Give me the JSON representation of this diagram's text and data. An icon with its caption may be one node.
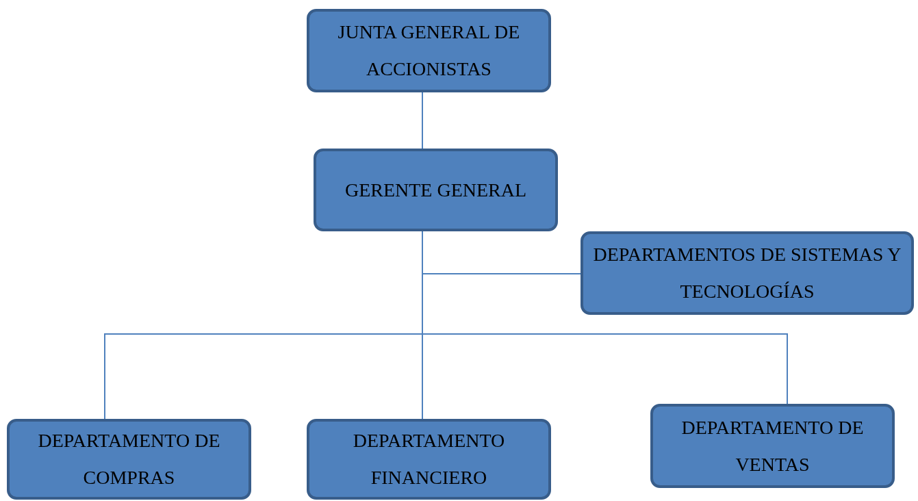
{
  "diagram": {
    "nodes": [
      {
        "text": [
          "JUNTA GENERAL DE ACCIONISTAS"
        ]
      },
      {
        "text": [
          "GERENTE GENERAL"
        ]
      },
      {
        "text": [
          "DEPARTAMENTOS DE SISTEMAS Y TECNOLOGÍAS"
        ]
      },
      {
        "text": [
          "DEPARTAMENTO DE COMPRAS"
        ]
      },
      {
        "text": [
          "DEPARTAMENTO FINANCIERO"
        ]
      },
      {
        "text": [
          "DEPARTAMENTO DE VENTAS"
        ]
      }
    ],
    "edges": [
      {
        "from": 0,
        "to": 1,
        "arrow": "none"
      },
      {
        "from": 1,
        "to": 2,
        "arrow": "none"
      },
      {
        "from": 1,
        "to": 3,
        "arrow": "none"
      },
      {
        "from": 1,
        "to": 4,
        "arrow": "none"
      },
      {
        "from": 1,
        "to": 5,
        "arrow": "none"
      }
    ]
  }
}
